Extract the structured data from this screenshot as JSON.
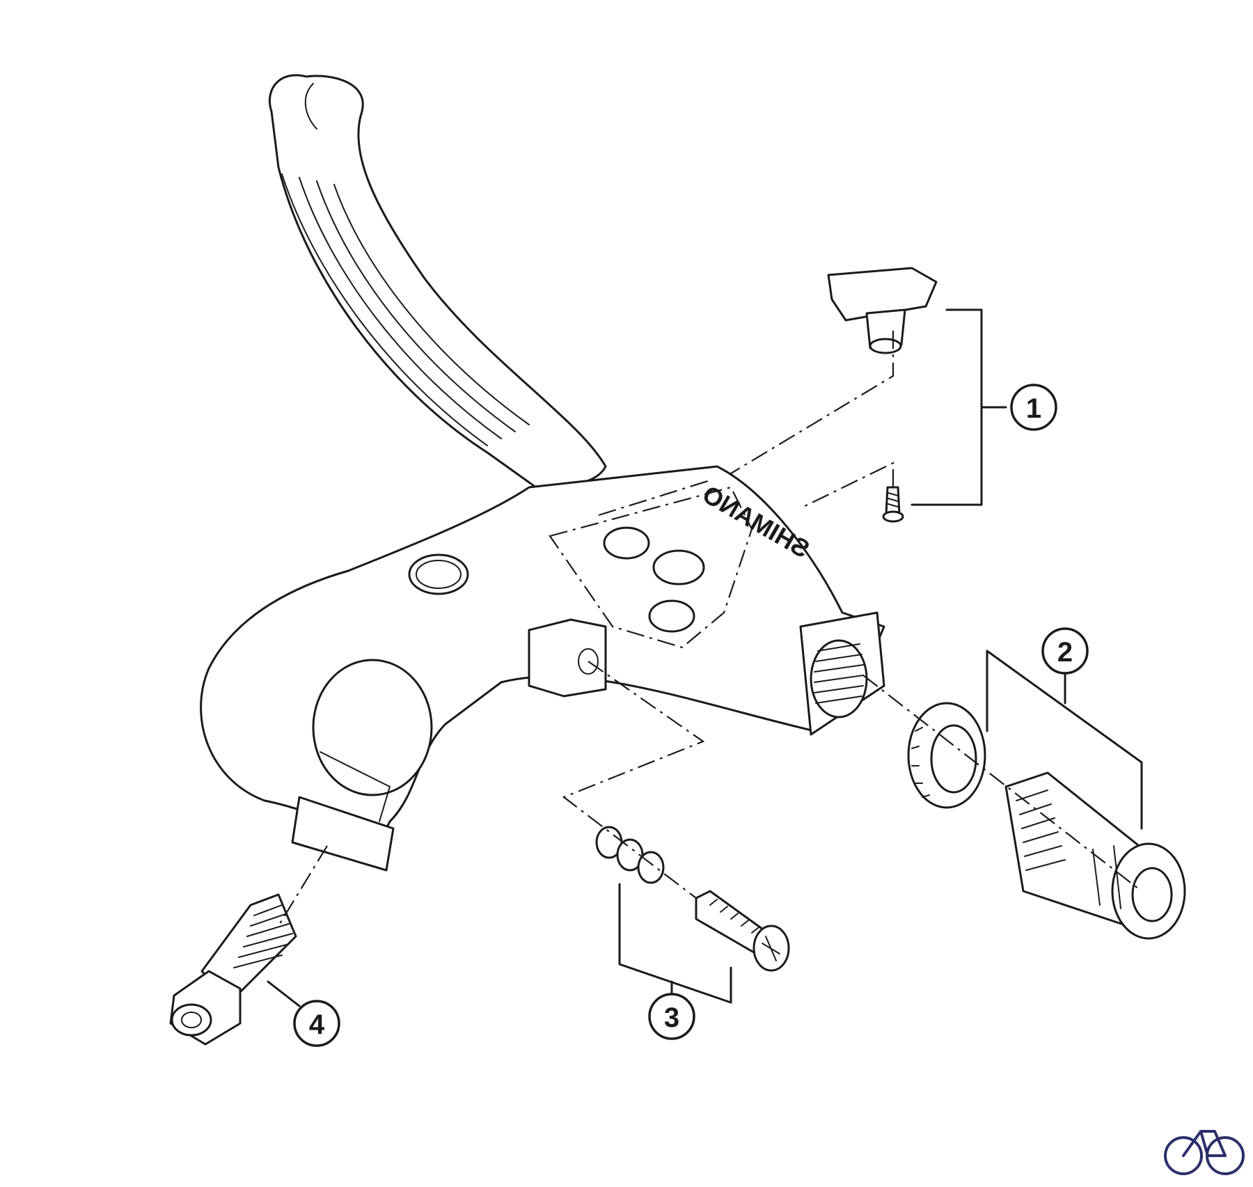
{
  "diagram": {
    "brand_text": "SHIMANO",
    "callouts": [
      {
        "id": "1",
        "label": "1"
      },
      {
        "id": "2",
        "label": "2"
      },
      {
        "id": "3",
        "label": "3"
      },
      {
        "id": "4",
        "label": "4"
      }
    ],
    "watermark_icon": "bicycle-icon",
    "colors": {
      "line": "#1a1a1a",
      "background": "#ffffff",
      "logo": "#2b2f6b"
    }
  }
}
